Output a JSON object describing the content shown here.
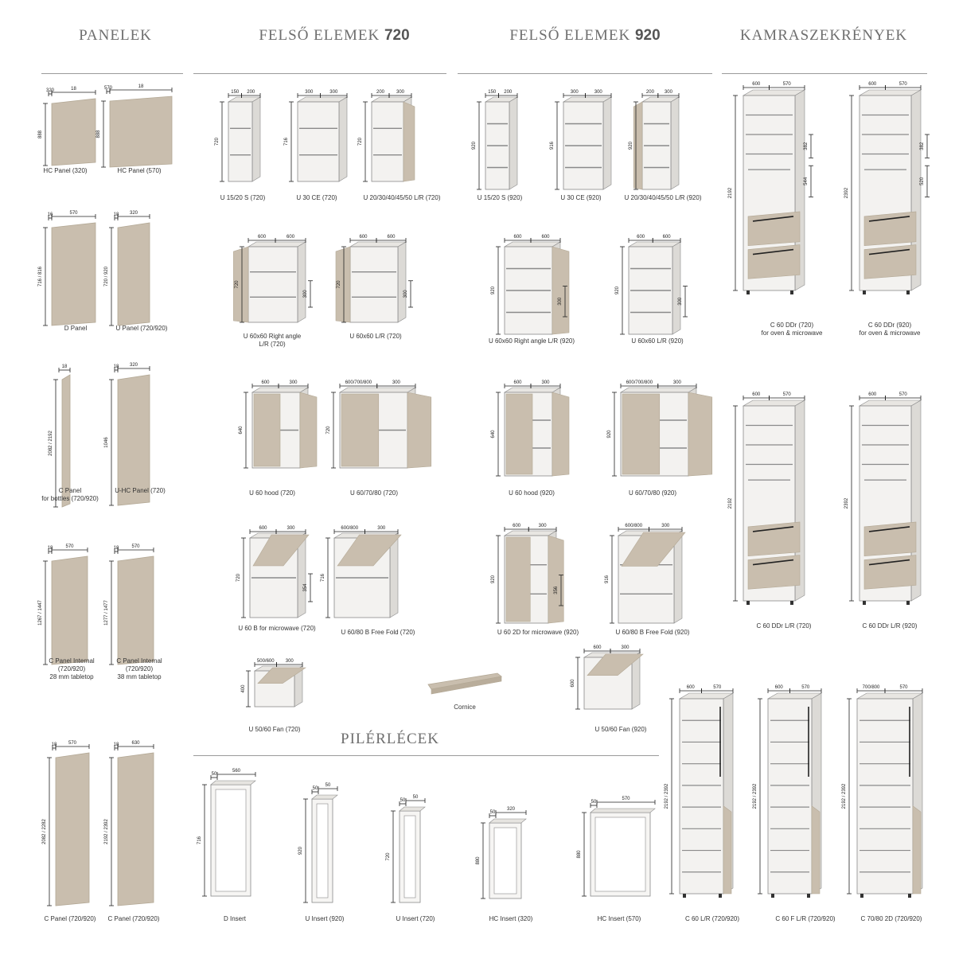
{
  "headers": {
    "panelek": "PANELEK",
    "felso720_text": "FELSŐ ELEMEK",
    "felso720_num": "720",
    "felso920_text": "FELSŐ ELEMEK",
    "felso920_num": "920",
    "kamra": "KAMRASZEKRÉNYEK",
    "piler": "PILÉRLÉCEK"
  },
  "colors": {
    "panel": "#c9beae",
    "panel_edge": "#b3a895",
    "carcass": "#f3f2f0",
    "line": "#8a8a8a",
    "dim": "#222222",
    "handle": "#222222"
  },
  "panels": [
    {
      "caption": [
        "HC Panel (320)"
      ],
      "dims": [
        "320",
        "18",
        "888"
      ]
    },
    {
      "caption": [
        "HC Panel (570)"
      ],
      "dims": [
        "570",
        "18",
        "888"
      ]
    },
    {
      "caption": [
        "D Panel"
      ],
      "dims": [
        "16",
        "570",
        "716 / 816"
      ]
    },
    {
      "caption": [
        "U Panel (720/920)"
      ],
      "dims": [
        "18",
        "320",
        "720 / 920"
      ]
    },
    {
      "caption": [
        "C Panel",
        "for bottles (720/920)"
      ],
      "dims": [
        "18",
        "2082 / 2192"
      ]
    },
    {
      "caption": [
        "U-HC Panel (720)"
      ],
      "dims": [
        "18",
        "320",
        "1046"
      ]
    },
    {
      "caption": [
        "C Panel Internal",
        "(720/920)",
        "28 mm tabletop"
      ],
      "dims": [
        "18",
        "570",
        "1267 / 1447"
      ]
    },
    {
      "caption": [
        "C Panel Internal",
        "(720/920)",
        "38 mm tabletop"
      ],
      "dims": [
        "18",
        "570",
        "1277 / 1477"
      ]
    },
    {
      "caption": [
        "C Panel (720/920)"
      ],
      "dims": [
        "18",
        "570",
        "2082 / 2282"
      ]
    },
    {
      "caption": [
        "C Panel (720/920)"
      ],
      "dims": [
        "18",
        "630",
        "2192 / 2392"
      ]
    }
  ],
  "upper720": [
    {
      "caption": [
        "U 15/20 S (720)"
      ],
      "dims": [
        "150",
        "200",
        "720"
      ]
    },
    {
      "caption": [
        "U 30 CE (720)"
      ],
      "dims": [
        "300",
        "300",
        "716"
      ]
    },
    {
      "caption": [
        "U 20/30/40/45/50 L/R (720)"
      ],
      "dims": [
        "200",
        "300",
        "720"
      ]
    },
    {
      "caption": [
        "U 60x60 Right angle",
        "L/R (720)"
      ],
      "dims": [
        "600",
        "600",
        "720",
        "300"
      ]
    },
    {
      "caption": [
        "U 60x60 L/R (720)"
      ],
      "dims": [
        "600",
        "600",
        "720",
        "300"
      ]
    },
    {
      "caption": [
        "U 60 hood (720)"
      ],
      "dims": [
        "600",
        "300",
        "640"
      ]
    },
    {
      "caption": [
        "U 60/70/80 (720)"
      ],
      "dims": [
        "600/700/800",
        "300",
        "720"
      ]
    },
    {
      "caption": [
        "U 60 B for microwave (720)"
      ],
      "dims": [
        "600",
        "300",
        "720",
        "354"
      ]
    },
    {
      "caption": [
        "U 60/80 B Free Fold (720)"
      ],
      "dims": [
        "600/800",
        "300",
        "716"
      ]
    },
    {
      "caption": [
        "U 50/60 Fan (720)"
      ],
      "dims": [
        "500/600",
        "300",
        "400"
      ]
    },
    {
      "caption": [
        "Cornice"
      ],
      "dims": []
    }
  ],
  "upper920": [
    {
      "caption": [
        "U 15/20 S (920)"
      ],
      "dims": [
        "150",
        "200",
        "920"
      ]
    },
    {
      "caption": [
        "U 30 CE (920)"
      ],
      "dims": [
        "300",
        "300",
        "916"
      ]
    },
    {
      "caption": [
        "U 20/30/40/45/50 L/R (920)"
      ],
      "dims": [
        "200",
        "300",
        "920"
      ]
    },
    {
      "caption": [
        "U 60x60 Right angle L/R (920)"
      ],
      "dims": [
        "600",
        "600",
        "920",
        "300"
      ]
    },
    {
      "caption": [
        "U 60x60 L/R (920)"
      ],
      "dims": [
        "600",
        "600",
        "920",
        "300"
      ]
    },
    {
      "caption": [
        "U 60 hood (920)"
      ],
      "dims": [
        "600",
        "300",
        "640"
      ]
    },
    {
      "caption": [
        "U 60/70/80 (920)"
      ],
      "dims": [
        "600/700/800",
        "300",
        "920"
      ]
    },
    {
      "caption": [
        "U 60 2D for microwave (920)"
      ],
      "dims": [
        "600",
        "300",
        "920",
        "356"
      ]
    },
    {
      "caption": [
        "U 60/80 B Free Fold (920)"
      ],
      "dims": [
        "600/800",
        "300",
        "916"
      ]
    },
    {
      "caption": [
        "U 50/60 Fan (920)"
      ],
      "dims": [
        "600",
        "300",
        "600"
      ]
    }
  ],
  "tall": [
    {
      "caption": [
        "C 60 DDr (720)",
        "for oven & microwave"
      ],
      "dims": [
        "600",
        "570",
        "2192",
        "382",
        "544"
      ]
    },
    {
      "caption": [
        "C 60 DDr (920)",
        "for oven & microwave"
      ],
      "dims": [
        "600",
        "570",
        "2392",
        "382",
        "520"
      ]
    },
    {
      "caption": [
        "C 60 DDr L/R (720)"
      ],
      "dims": [
        "600",
        "570",
        "2192"
      ]
    },
    {
      "caption": [
        "C 60 DDr L/R (920)"
      ],
      "dims": [
        "600",
        "570",
        "2392"
      ]
    },
    {
      "caption": [
        "C 60 L/R (720/920)"
      ],
      "dims": [
        "600",
        "570",
        "2192 / 2392"
      ]
    },
    {
      "caption": [
        "C 60 F L/R (720/920)"
      ],
      "dims": [
        "600",
        "570",
        "2192 / 2392"
      ]
    },
    {
      "caption": [
        "C 70/80 2D (720/920)"
      ],
      "dims": [
        "700/800",
        "570",
        "2192 / 2392"
      ]
    }
  ],
  "pilers": [
    {
      "caption": [
        "D Insert"
      ],
      "dims": [
        "50",
        "560",
        "716"
      ]
    },
    {
      "caption": [
        "U Insert (920)"
      ],
      "dims": [
        "50",
        "50",
        "920"
      ]
    },
    {
      "caption": [
        "U Insert (720)"
      ],
      "dims": [
        "50",
        "50",
        "720"
      ]
    },
    {
      "caption": [
        "HC Insert (320)"
      ],
      "dims": [
        "50",
        "320",
        "880"
      ]
    },
    {
      "caption": [
        "HC Insert (570)"
      ],
      "dims": [
        "50",
        "570",
        "880"
      ]
    }
  ]
}
